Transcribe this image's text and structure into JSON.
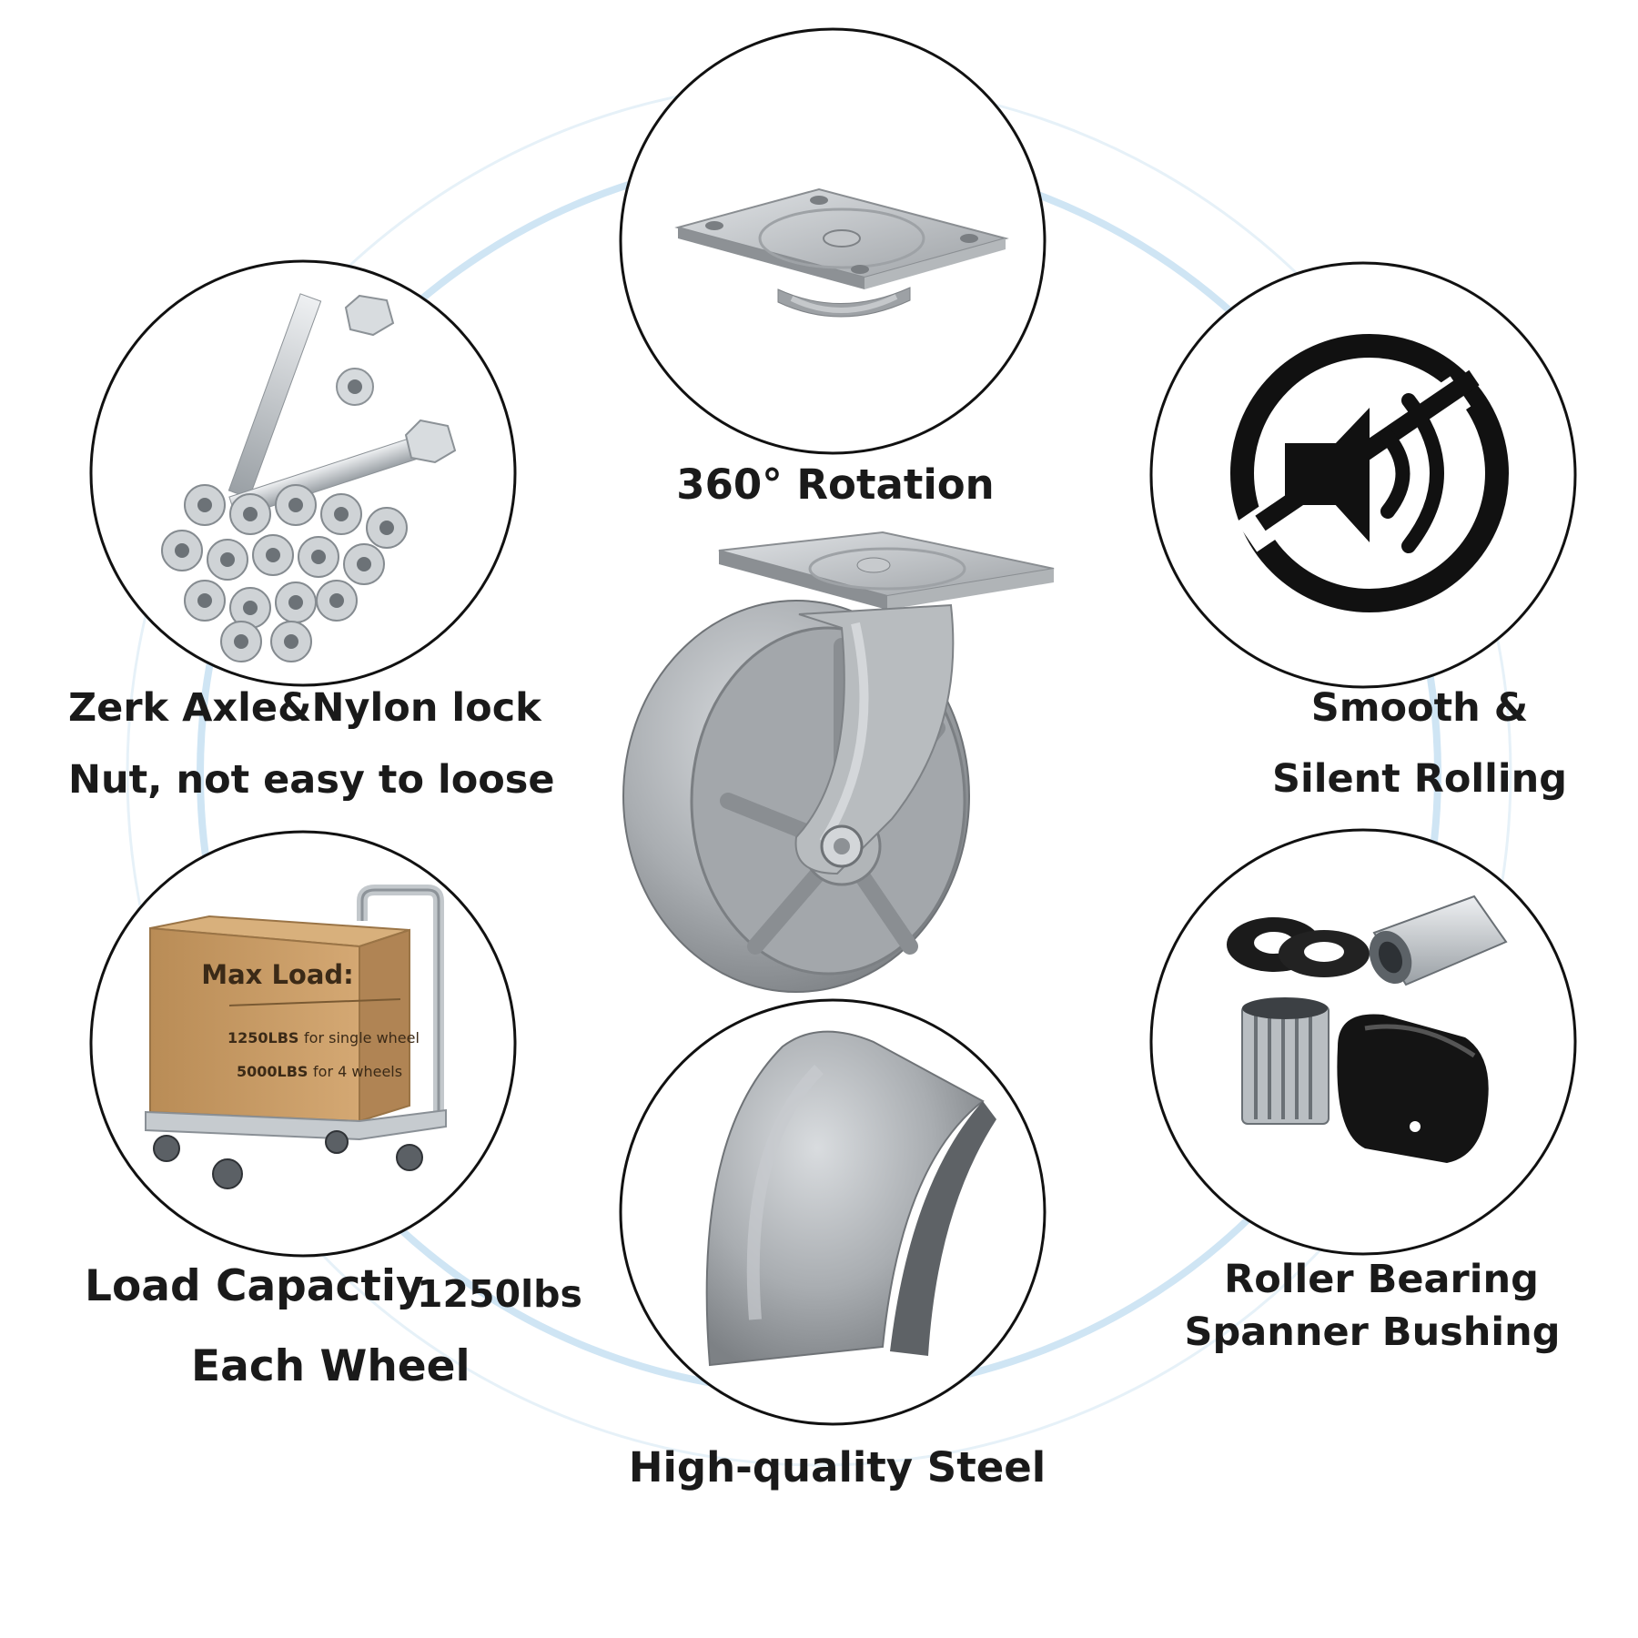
{
  "features": {
    "rotation": "360° Rotation",
    "hardware_line1": "Zerk Axle&Nylon lock",
    "hardware_line2": "Nut, not easy to loose",
    "silent_line1": "Smooth &",
    "silent_line2": "Silent Rolling",
    "load_line1": "Load Capactiy",
    "load_value": "1250lbs",
    "load_line2": "Each Wheel",
    "bearing_line1": "Roller Bearing",
    "bearing_line2": "Spanner Bushing",
    "steel": "High-quality Steel"
  },
  "box": {
    "title": "Max Load:",
    "line1_bold": "1250LBS",
    "line1_rest": "for single wheel",
    "line2_bold": "5000LBS",
    "line2_rest": "for 4 wheels"
  },
  "icons": {
    "mute": "speaker-muted-icon"
  },
  "colors": {
    "ring": "#cfe5f4",
    "circle_stroke": "#111111",
    "text": "#1a1a1a",
    "steel": "#a8acb0",
    "cardboard": "#c69a63"
  }
}
